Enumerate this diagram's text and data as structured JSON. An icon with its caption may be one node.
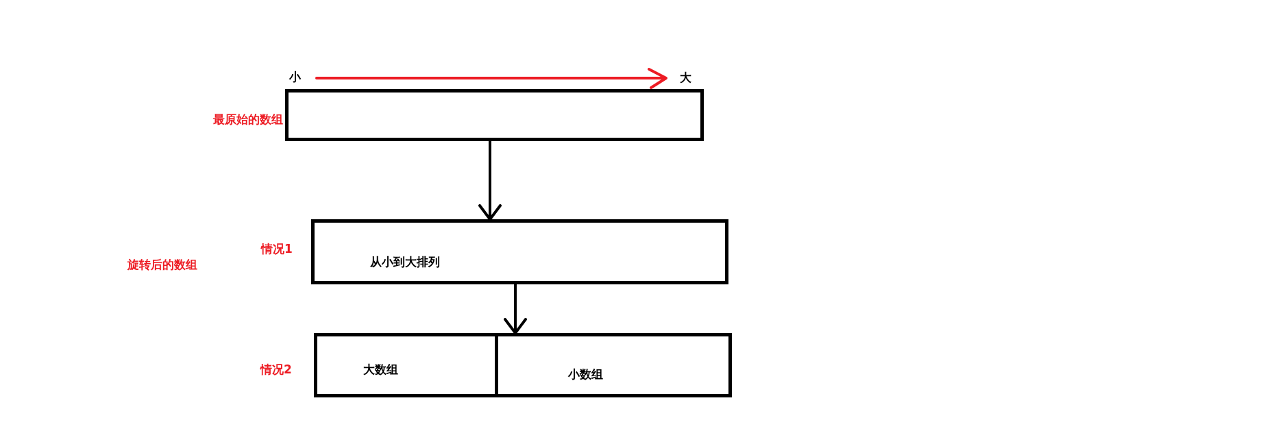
{
  "diagram": {
    "nodes": [
      {
        "text": [],
        "shape": "box",
        "beside": [
          "最原始的数组"
        ]
      },
      {
        "text": [
          "从小到大排列"
        ],
        "beside": [
          "情况1"
        ]
      },
      {
        "text": [],
        "shape": "box",
        "beside": [
          "情况2"
        ]
      },
      {
        "text": [
          "大数组"
        ],
        "in": 2
      },
      {
        "text": [
          "小数组"
        ],
        "in": 2
      }
    ],
    "edges": [
      {
        "from": 0,
        "to": 1,
        "arrow": "to"
      },
      {
        "from": 1,
        "to": 2,
        "arrow": "to"
      }
    ],
    "labels": [
      "小",
      "大",
      "旋转后的数组"
    ]
  }
}
